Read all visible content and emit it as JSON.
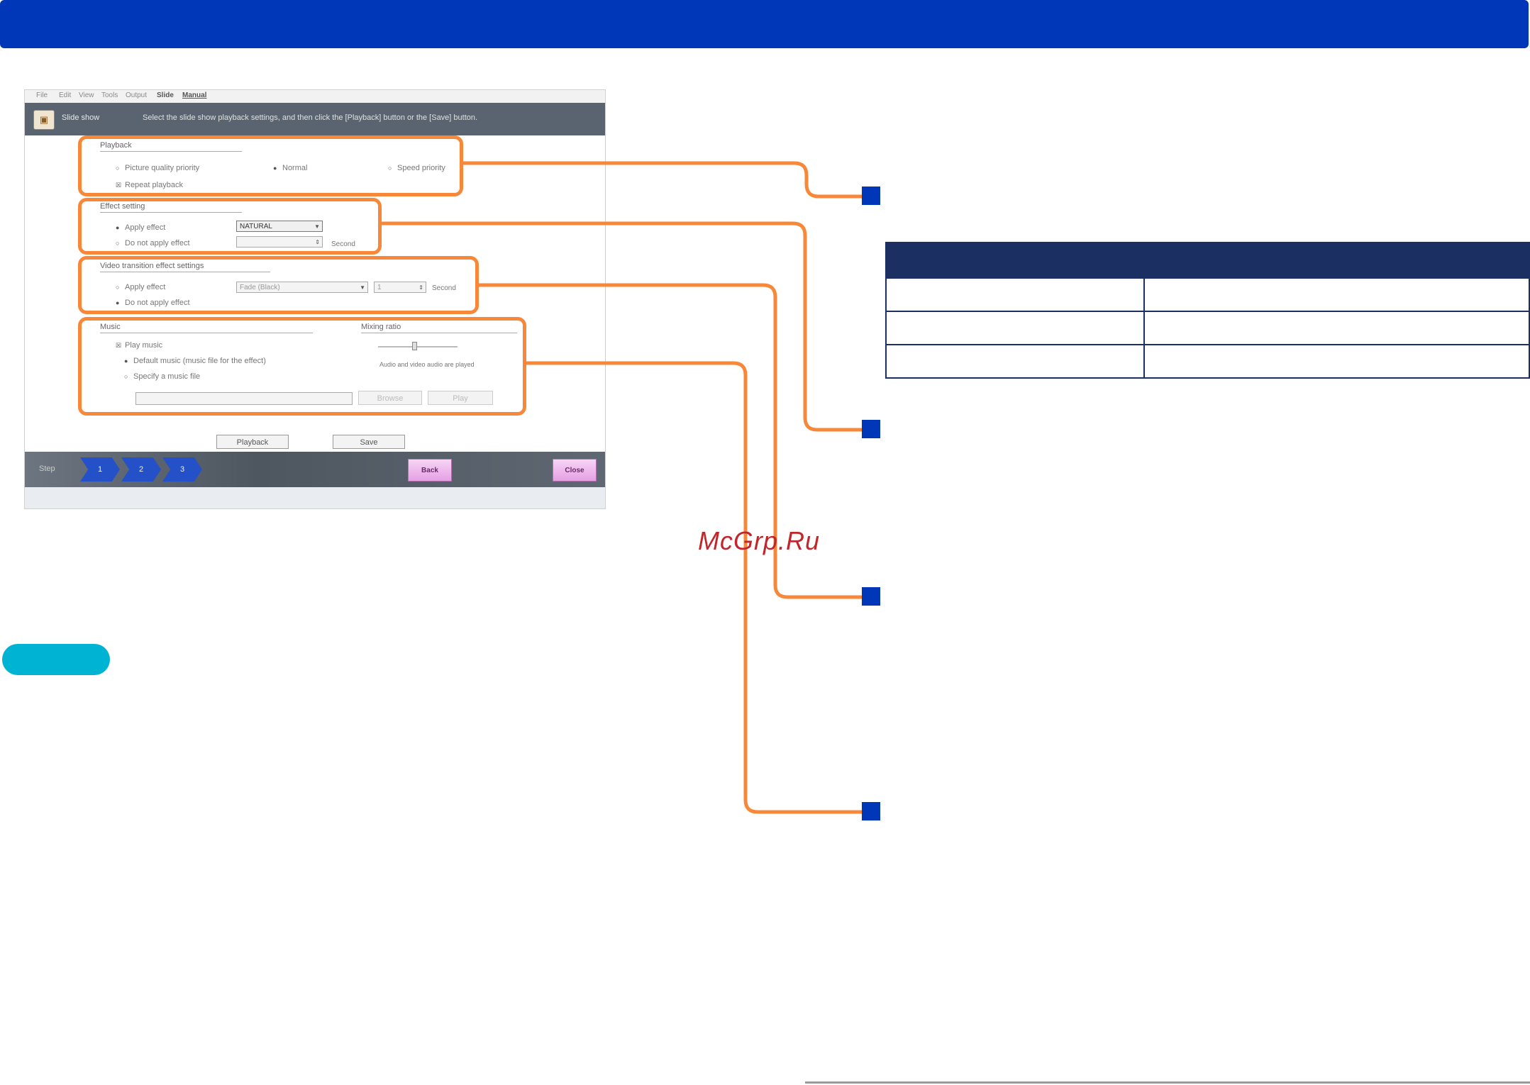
{
  "watermark": "McGrp.Ru",
  "window": {
    "menu": [
      "File",
      "Edit",
      "View",
      "Tools",
      "Output",
      "Slide",
      "Manual"
    ],
    "header_title": "Slide show",
    "header_instruction": "Select the slide show playback settings, and then click the [Playback] button or the [Save] button."
  },
  "playback": {
    "title": "Playback",
    "picture_quality": "Picture quality priority",
    "normal": "Normal",
    "speed_priority": "Speed priority",
    "repeat": "Repeat playback"
  },
  "effect": {
    "title": "Effect setting",
    "apply": "Apply effect",
    "not_apply": "Do not apply effect",
    "selected_effect": "NATURAL",
    "second": "Second"
  },
  "video_transition": {
    "title": "Video transition effect settings",
    "apply": "Apply effect",
    "not_apply": "Do not apply effect",
    "effect_value": "Fade (Black)",
    "seconds_value": "1",
    "second": "Second"
  },
  "music": {
    "title": "Music",
    "play": "Play music",
    "default": "Default music (music file for the effect)",
    "specify": "Specify a music file",
    "browse": "Browse",
    "play_button": "Play",
    "mixing_title": "Mixing ratio",
    "mixing_note": "Audio and video audio are played"
  },
  "actions": {
    "playback": "Playback",
    "save": "Save"
  },
  "steps": {
    "label": "Step",
    "items": [
      "1",
      "2",
      "3"
    ],
    "back": "Back",
    "close": "Close"
  },
  "colors": {
    "callout": "#f7883a",
    "marker": "#0037b8",
    "header_bar": "#0037b8",
    "tip_badge": "#00b3d3",
    "table_header": "#1b2f63"
  }
}
